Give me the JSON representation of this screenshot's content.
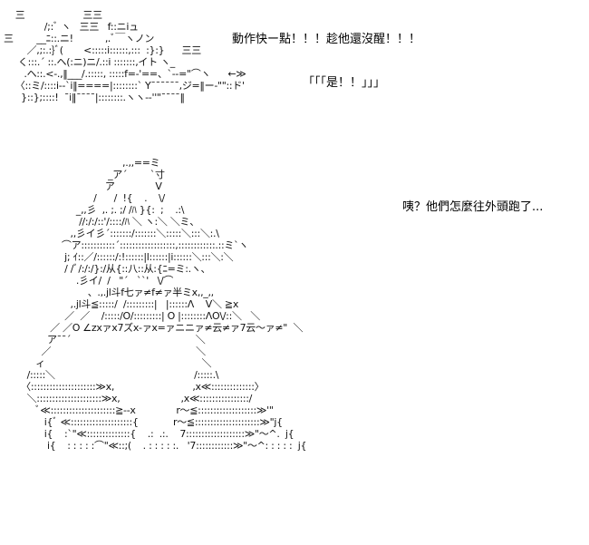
{
  "captions": {
    "line1": "動作快ー點！！！趁他還沒醒！！！",
    "line2": "「「「是！！」」」",
    "line3": "咦？他們怎麼往外頭跑了..."
  },
  "art": {
    "top_lines": [
      "    三                    三三",
      "              /;:ﾞ ヽ   三三   f::ニiュ",
      "三        __ﾆ::.ニ!           ,.ﾞ￣ヽノン",
      "        ／,;:.:}ﾞ(       <:::::i::::::,:::  :}:}      三三",
      "     く:::.´ ::.ヘ(:ニ)ニ/.::i :::::::,イト ヽ_",
      "       .ヘ::.<-.,‖___/.:::::, :::::f=-'==、`--=\"⌒ヽ      ←≫",
      "    〈::ミ/::::i--`i‖====|::::::::` Y¯¯¯¯¯¯,ジ=‖ー-\"\"::ド'",
      "      }::};::::!  ¯i‖¯¯¯¯|::::::::.ヽヽ--''\"¯¯¯¯‖"
    ],
    "main_lines": [
      "",
      "                                         ,.,,==ミ",
      "                                    _ア´        `寸",
      "                                   ア              V",
      "                               /      /  !{    .    \\/",
      "                         _,,彡  ,. ;. ;/ /ﾊ }{:  ;    .:\\",
      "                          //:/:/::'/::::/ﾊ ＼ ヽ:＼ ＼ミ、",
      "                       ,,彡イ彡´:::::::/:::::::＼:::::＼:::＼:.\\",
      "                    ⌒ア:::::::::::´::::::::::::::::::,::::::::::::.::ミ`ヽ",
      "                     j; ｲ::／/::::::/:!::::::|l::::::|i::::::＼:::＼:＼",
      "                     / /ﾞ/:/:/}:/从{::八::从:{ﾆ=ミ:.ヽ、",
      "                         .彡イ/  /   \"´   ``'   \\/⌒",
      "                             、.,.jl斗f七ァ≠f≠ァ半ミx,,_,,",
      "                       ,.jl斗≦:::::/  /:::::::::|   |::::::Λ    V＼ ≧x",
      "                     ／  ／    /:::::/O/:::::::::| O |::::::::ΛO\\/::＼   ＼",
      "                ／ ／O ∠zxァx7ズx-ァx=ァニニァ≠云≠ァ7云〜ァ≠\"  ＼",
      "               ア¯¯´                                           ＼",
      "             ／                                                  ＼",
      "           ィ                                                      ＼",
      "        /:::::＼                                                /:::::.\\",
      "      〈:::::::::::::::::::::≫x,                           ,x≪::::::::::::::〉",
      "        ＼:::::::::::::::::::::≫x,                     ,x≪::::::::::::::::/",
      "           ﾞ≪:::::::::::::::::::::≧--x              r〜≦:::::::::::::::::::≫'\"",
      "              i{ﾞ ≪::::::::::::::::::::{            r〜≦:::::::::::::::::::::≫\"j{",
      "              i{    :`\"≪::::::::::::::{    .:  .:.    7:::::::::::::::::::≫\"〜^.  j{",
      "               i{    : : : : :⌒\"≪::;(    . : : : : :.   '7::::::::::::≫\"〜^: : : : :  j{"
    ]
  }
}
